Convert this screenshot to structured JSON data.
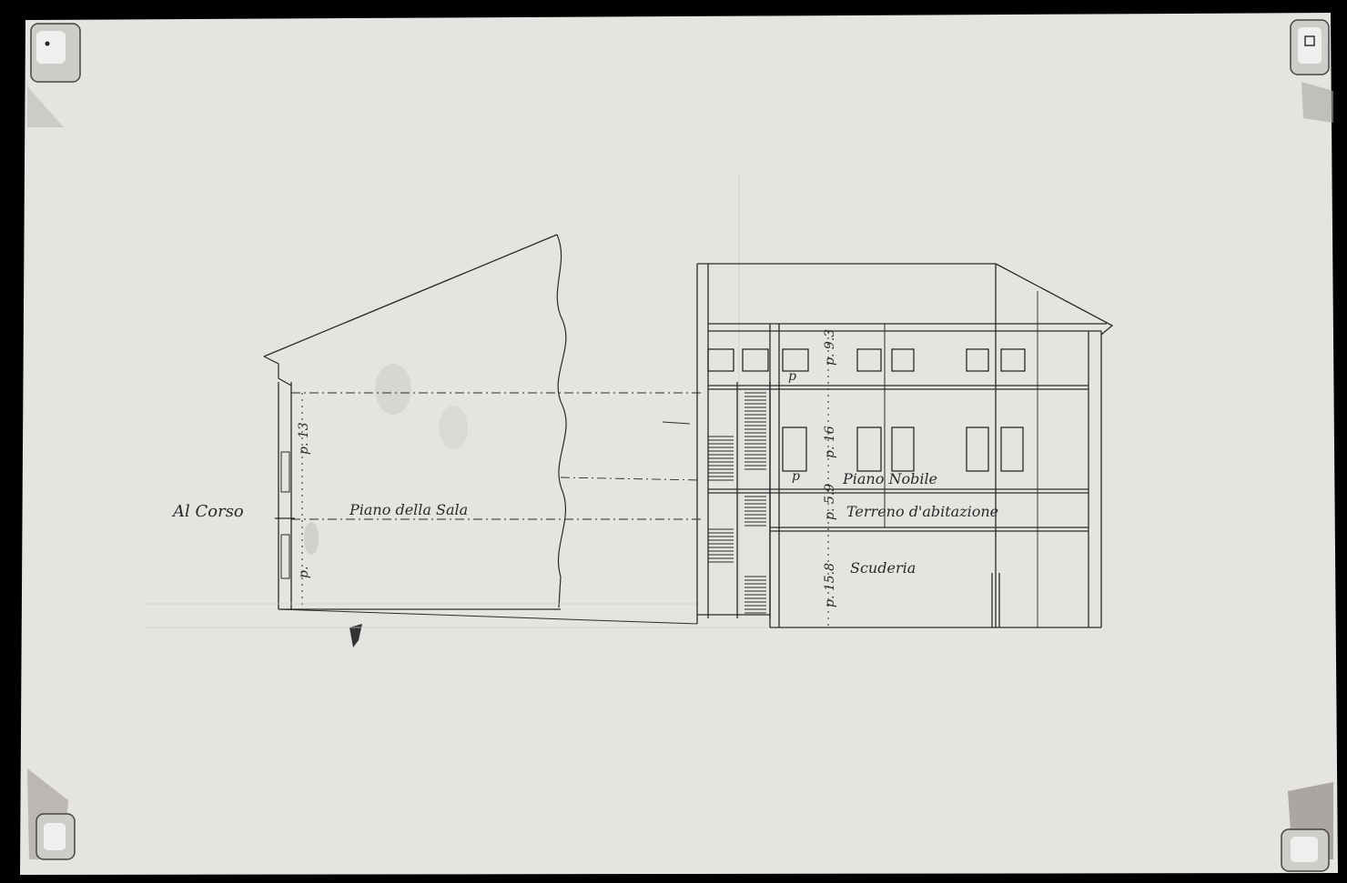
{
  "drawing": {
    "labels": {
      "street": "Al Corso",
      "hall_floor": "Piano della Sala",
      "upper_floor": "Piano Nobile",
      "ground_floor": "Terreno d'abitazione",
      "stable": "Scuderia"
    },
    "dimensions": {
      "left_top": "p. 13",
      "left_bottom": "p.",
      "right_top": "p. 9.3",
      "right_mid": "p. 16",
      "right_lower": "p. 5.9",
      "right_bottom": "p. 15.8",
      "small_a": "p",
      "small_b": "p"
    },
    "colors": {
      "paper": "#e6e4e0",
      "ink": "#2a2a2a",
      "frame": "#000000"
    }
  }
}
